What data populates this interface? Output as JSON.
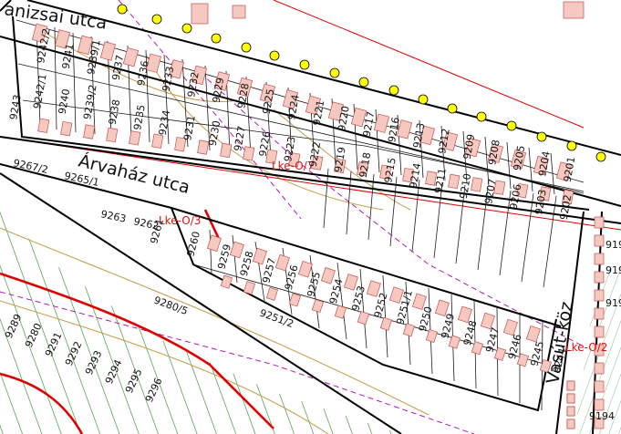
{
  "map": {
    "colors": {
      "building": "#f6c9c0",
      "building_edge": "#c0504d",
      "parcel_line": "#1a1a1a",
      "street_edge": "#000000",
      "zone_line": "#e00000",
      "zone_text": "#e01010",
      "forest_hatch": "#1a8a1a",
      "utility_line": "#b000b0",
      "contour": "#c79a4a",
      "survey_point": "#ffff00"
    },
    "streets": {
      "kanizsai": "anizsai utca",
      "arvahaz": "Árvaház utca",
      "vasut": "Vasút-köz"
    },
    "zones": {
      "upper": "Lke-O/7",
      "lower": "Lke-O/3",
      "right": "Lke-O/2"
    },
    "upper_lots": [
      "9242/2",
      "9241",
      "9239/1",
      "9237",
      "9236",
      "9233",
      "9232",
      "9229",
      "9228",
      "9225",
      "9224",
      "9221",
      "9220",
      "9217",
      "9216",
      "9213",
      "9212",
      "9209",
      "9208",
      "9205",
      "9204",
      "9201"
    ],
    "upper_lots_south": [
      "9242/1",
      "9240",
      "9239/2",
      "9238",
      "9235",
      "9234",
      "9231",
      "9230",
      "9227",
      "9226",
      "9223",
      "9222",
      "9219",
      "9218",
      "9215",
      "9214",
      "9211",
      "9210",
      "9207",
      "9206",
      "9203",
      "9202"
    ],
    "misc_lots": {
      "l9243": "9243",
      "l9267": "9267/2",
      "l9265": "9265/1",
      "l9263": "9263",
      "l9262": "9262",
      "l9261": "9261",
      "l9260": "9260",
      "l9251": "9251/2",
      "l9280": "9280/5",
      "l9191": "919",
      "l9192": "919",
      "l9193": "919",
      "l9194": "9194"
    },
    "lower_lots": [
      "9259",
      "9258",
      "9257",
      "9256",
      "9255",
      "9254",
      "9253",
      "9252",
      "9251/1",
      "9250",
      "9249",
      "9248",
      "9247",
      "9246",
      "9245",
      "9244"
    ],
    "hatch_lots": [
      "9289",
      "9280",
      "9291",
      "9292",
      "9293",
      "9294",
      "9295",
      "9296"
    ]
  }
}
